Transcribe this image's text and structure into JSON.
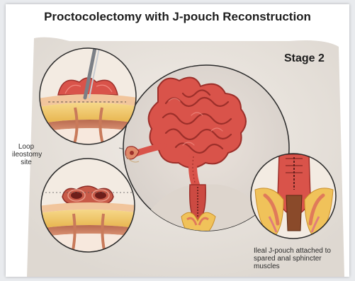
{
  "title": "Proctocolectomy with J-pouch Reconstruction",
  "stage": "Stage 2",
  "labels": {
    "loop_ileostomy": "Loop ileostomy site",
    "ileal_pouch": "Ileal J-pouch attached to spared anal sphincter muscles"
  },
  "colors": {
    "bowel": "#d9534a",
    "bowel_dark": "#9c2f2a",
    "skin": "#f1c59c",
    "fat": "#f0c25a",
    "muscle": "#c97a5a",
    "torso": "#e3ddd6"
  }
}
